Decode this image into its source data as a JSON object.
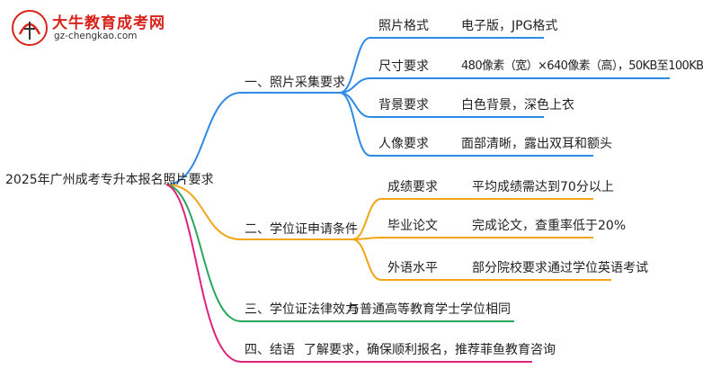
{
  "watermark": {
    "title": "大牛教育成考网",
    "url": "gz-chengkao.com",
    "mark_text": "大牛"
  },
  "colors": {
    "photo": "#2f8ae6",
    "degree": "#f2a516",
    "legal": "#27a85a",
    "conclusion": "#e0237a",
    "root_trunk": "#9b7bd6"
  },
  "mindmap": {
    "root": "2025年广州成考专升本报名照片要求",
    "branches": [
      {
        "label": "一、照片采集要求",
        "children": [
          {
            "label": "照片格式",
            "value": "电子版，JPG格式"
          },
          {
            "label": "尺寸要求",
            "value": "480像素（宽）×640像素（高），50KB至100KB"
          },
          {
            "label": "背景要求",
            "value": "白色背景，深色上衣"
          },
          {
            "label": "人像要求",
            "value": "面部清晰，露出双耳和额头"
          }
        ]
      },
      {
        "label": "二、学位证申请条件",
        "children": [
          {
            "label": "成绩要求",
            "value": "平均成绩需达到70分以上"
          },
          {
            "label": "毕业论文",
            "value": "完成论文，查重率低于20%"
          },
          {
            "label": "外语水平",
            "value": "部分院校要求通过学位英语考试"
          }
        ]
      },
      {
        "label": "三、学位证法律效力",
        "value": "与普通高等教育学士学位相同"
      },
      {
        "label": "四、结语",
        "value": "了解要求，确保顺利报名，推荐菲鱼教育咨询"
      }
    ]
  }
}
